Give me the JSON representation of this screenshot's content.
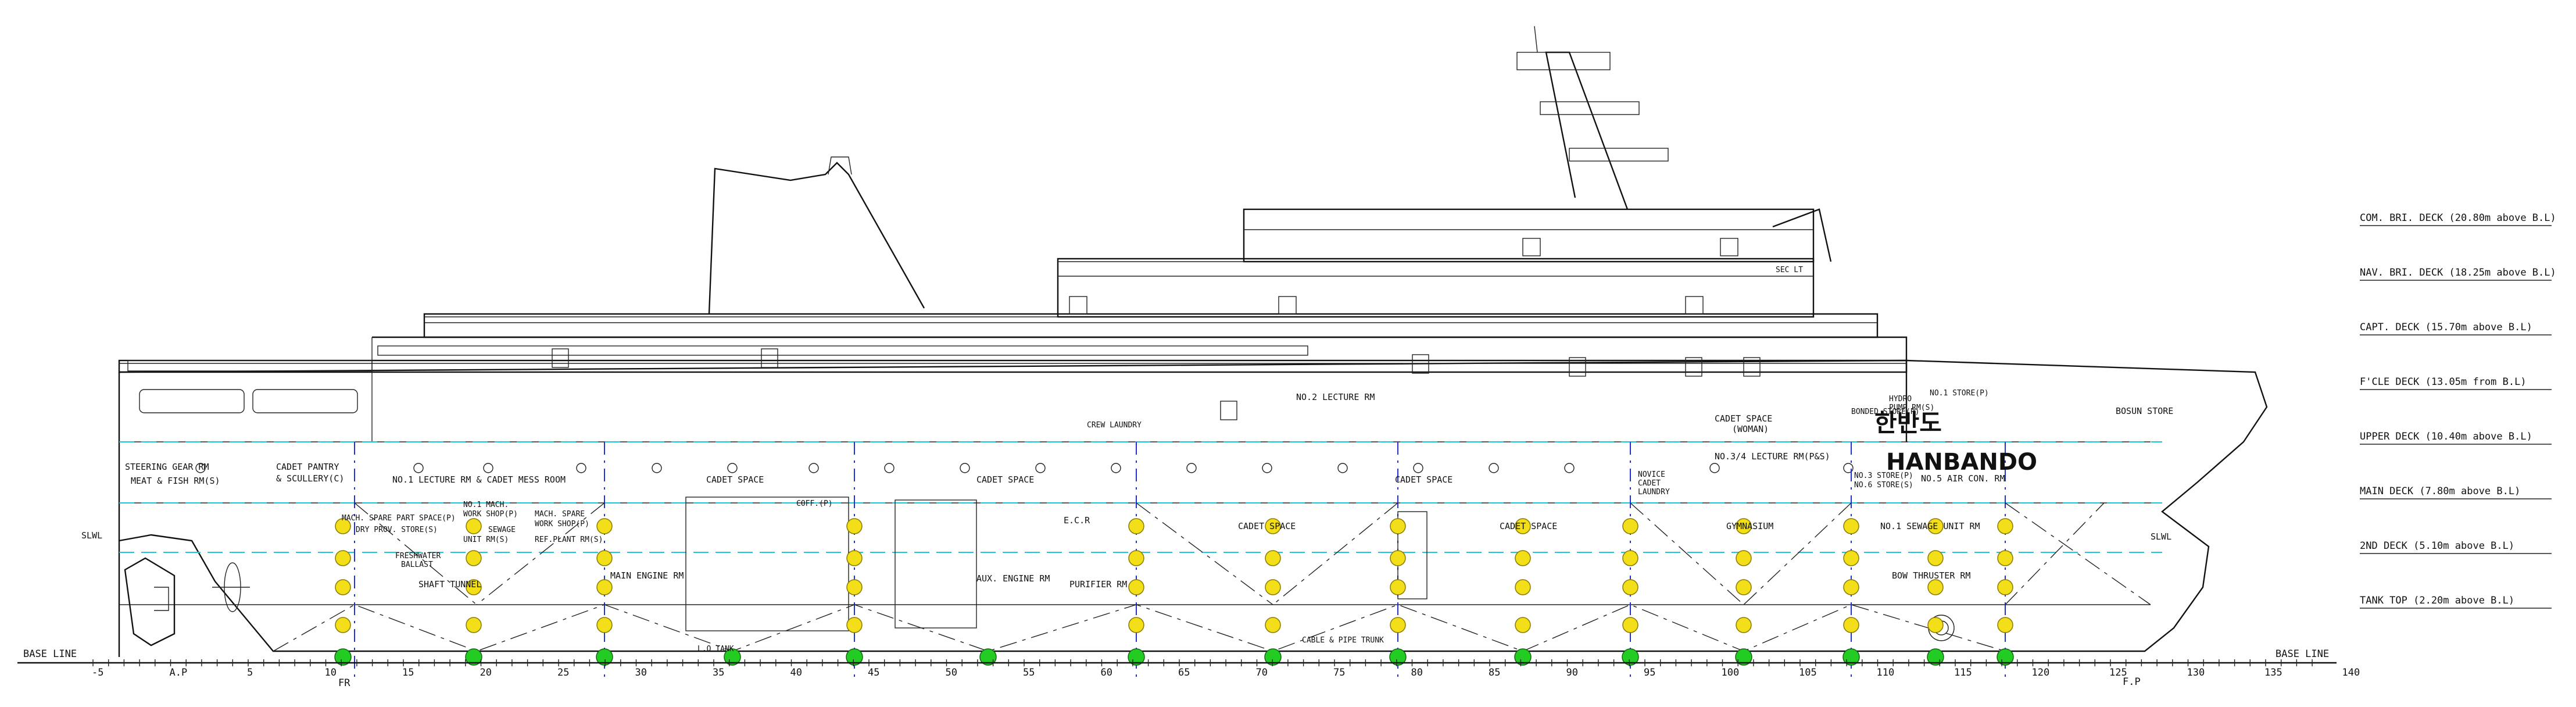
{
  "deck_labels": [
    {
      "text": "COM. BRI. DECK (20.80m above B.L)"
    },
    {
      "text": "NAV. BRI. DECK (18.25m above B.L)"
    },
    {
      "text": "CAPT. DECK (15.70m above B.L)"
    },
    {
      "text": "F'CLE DECK (13.05m from B.L)"
    },
    {
      "text": "UPPER DECK (10.40m above B.L)"
    },
    {
      "text": "MAIN DECK (7.80m above B.L)"
    },
    {
      "text": "2ND DECK (5.10m above B.L)"
    },
    {
      "text": "TANK TOP (2.20m above B.L)"
    }
  ],
  "base_line": "BASE LINE",
  "lwl": "SLWL",
  "ship_name_korean": "한반도",
  "ship_name": "HANBANDO",
  "frames": [
    "-5",
    "A.P",
    "5",
    "10",
    "15",
    "20",
    "25",
    "30",
    "35",
    "40",
    "45",
    "50",
    "55",
    "60",
    "65",
    "70",
    "75",
    "80",
    "85",
    "90",
    "95",
    "100",
    "105",
    "110",
    "115",
    "120",
    "125",
    "130",
    "135",
    "140"
  ],
  "fp_label": "F.P",
  "frame_note": "FR",
  "rooms": {
    "steering": "STEERING GEAR RM",
    "meat_fish": "MEAT & FISH RM(S)",
    "cadet_pantry": "CADET PANTRY",
    "scullery": "& SCULLERY(C)",
    "lecture1": "NO.1 LECTURE RM & CADET MESS ROOM",
    "cadet_space_1": "CADET SPACE",
    "cadet_space_2": "CADET SPACE",
    "cadet_space_3": "CADET SPACE",
    "cadet_space_4": "CADET SPACE",
    "cadet_space_5": "CADET SPACE",
    "cadet_space_woman": "CADET SPACE",
    "woman": "(WOMAN)",
    "lecture2": "NO.2 LECTURE RM",
    "lecture34": "NO.3/4 LECTURE RM(P&S)",
    "crew_laundry": "CREW LAUNDRY",
    "bonded_store": "BONDED STORE(P)",
    "hydro": "HYDRO",
    "pump_rm": "PUMP RM(S)",
    "no1_store": "NO.1 STORE(P)",
    "bosun": "BOSUN STORE",
    "mach_spare_1": "MACH. SPARE PART SPACE(P)",
    "dry_prov": "DRY PROV. STORE(S)",
    "no1_mach": "NO.1 MACH.",
    "work_shop": "WORK SHOP(P)",
    "sewage": "SEWAGE",
    "unit_rm": "UNIT RM(S)",
    "mach_spare_2": "MACH. SPARE",
    "work_shop2": "WORK SHOP(P)",
    "ref_plant": "REF.PLANT RM(S)",
    "ecr": "E.C.R",
    "aux_engine": "AUX. ENGINE RM",
    "purifier": "PURIFIER RM",
    "main_engine": "MAIN ENGINE RM",
    "shaft_tunnel": "SHAFT TUNNEL",
    "fresh_water": "FRESHWATER",
    "ballast": "BALLAST",
    "gymnasium": "GYMNASIUM",
    "no1_sewage": "NO.1 SEWAGE UNIT RM",
    "bow_thruster": "BOW THRUSTER RM",
    "no3_store": "NO.3 STORE(P)",
    "no6_store": "NO.6 STORE(S)",
    "no5_aircon": "NO.5 AIR CON. RM",
    "novice": "NOVICE",
    "cadet_laundry": "CADET",
    "laundry": "LAUNDRY",
    "cable_trunk": "CABLE & PIPE TRUNK",
    "cofferdam": "COFF.(P)",
    "lo_tank": "L.O TANK",
    "sec_lt": "SEC LT"
  },
  "colors": {
    "green_marker": "#22cc22",
    "yellow_marker": "#f2df1a",
    "cyan_line": "#18c8d8",
    "blue_line": "#2233cc"
  }
}
